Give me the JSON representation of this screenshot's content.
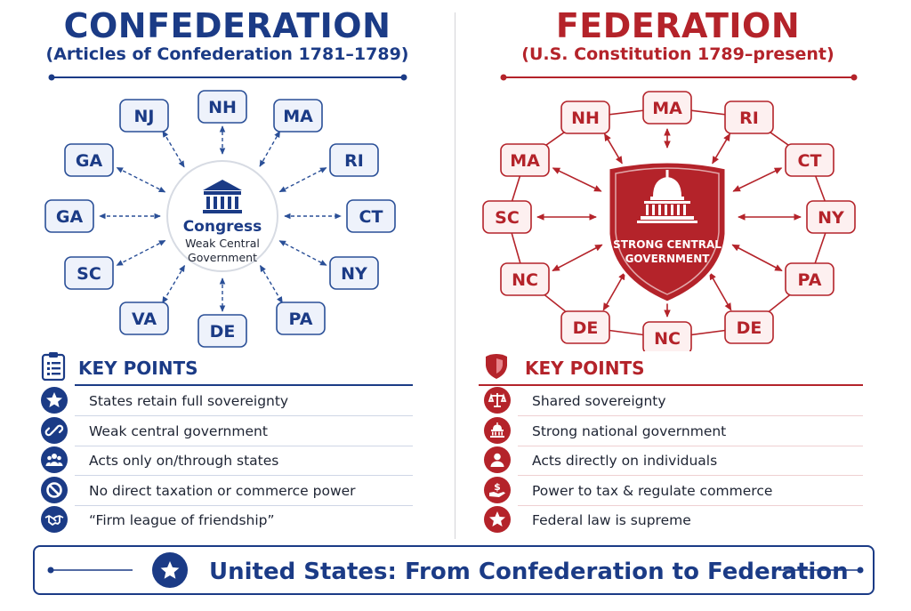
{
  "confederation": {
    "title": "CONFEDERATION",
    "subtitle": "(Articles of Confederation 1781–1789)",
    "center": {
      "label": "Congress",
      "line1": "Weak Central",
      "line2": "Government",
      "icon": "capitol-columns-icon"
    },
    "states": [
      "NH",
      "MA",
      "RI",
      "CT",
      "NY",
      "PA",
      "DE",
      "VA",
      "SC",
      "GA",
      "GA",
      "NJ"
    ],
    "key_points_title": "KEY POINTS",
    "key_points": [
      {
        "text": "States retain full sovereignty",
        "icon": "star-icon"
      },
      {
        "text": "Weak central government",
        "icon": "broken-link-icon"
      },
      {
        "text": "Acts only on/through states",
        "icon": "people-group-icon"
      },
      {
        "text": "No direct taxation or commerce power",
        "icon": "prohibited-icon"
      },
      {
        "text": "“Firm league of friendship”",
        "icon": "handshake-icon"
      }
    ],
    "color": "#1b3b86"
  },
  "federation": {
    "title": "FEDERATION",
    "subtitle": "(U.S. Constitution 1789–present)",
    "center": {
      "line1": "STRONG CENTRAL",
      "line2": "GOVERNMENT",
      "icon": "capitol-dome-shield-icon"
    },
    "states": [
      "MA",
      "RI",
      "CT",
      "NY",
      "PA",
      "DE",
      "NC",
      "DE",
      "NC",
      "SC",
      "MA",
      "NH"
    ],
    "key_points_title": "KEY POINTS",
    "key_points": [
      {
        "text": "Shared sovereignty",
        "icon": "scales-icon"
      },
      {
        "text": "Strong national government",
        "icon": "capitol-icon"
      },
      {
        "text": "Acts directly on individuals",
        "icon": "person-icon"
      },
      {
        "text": "Power to tax & regulate commerce",
        "icon": "money-hand-icon"
      },
      {
        "text": "Federal law is supreme",
        "icon": "star-icon"
      }
    ],
    "color": "#b4232a"
  },
  "banner": {
    "text": "United States: From Confederation to Federation",
    "icon": "star-icon"
  }
}
